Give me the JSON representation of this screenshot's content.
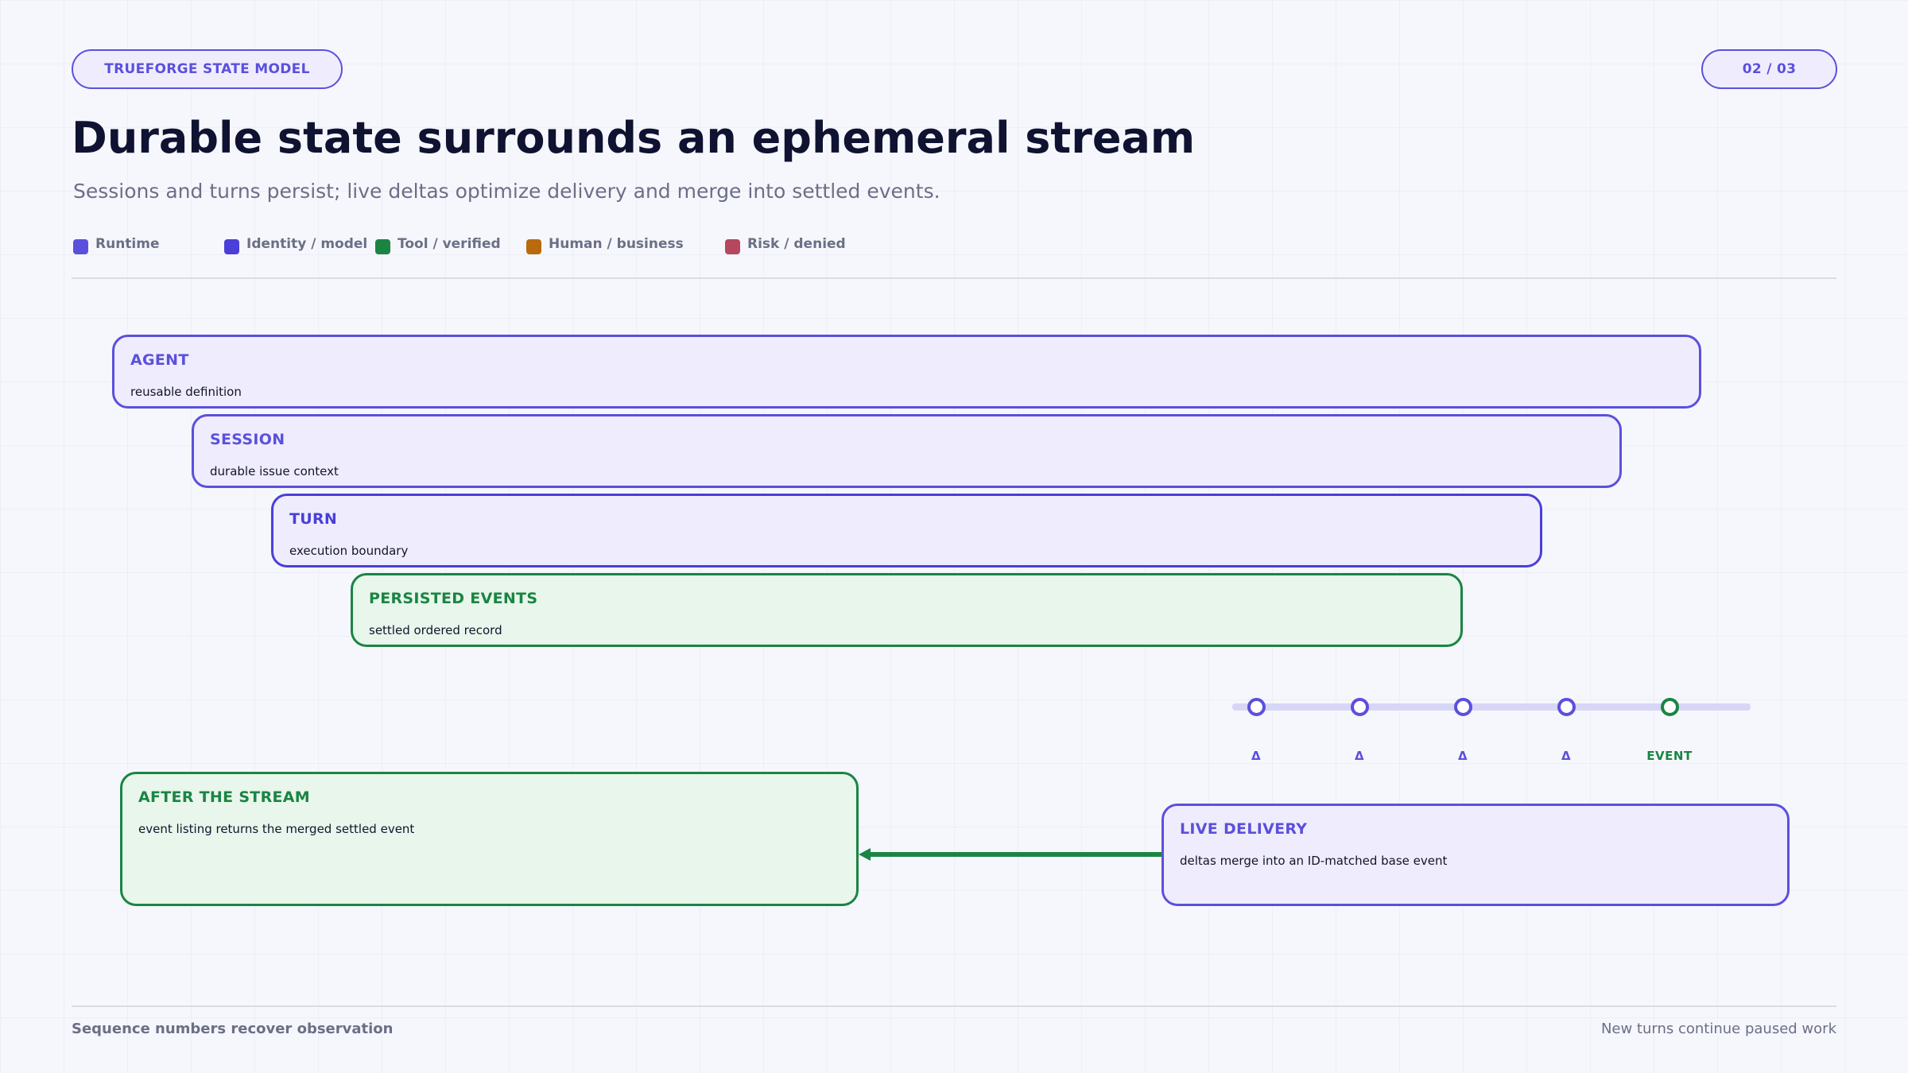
{
  "header": {
    "badge": "TRUEFORGE STATE MODEL",
    "page_indicator": "02 / 03",
    "title": "Durable state surrounds an ephemeral stream",
    "subtitle": "Sessions and turns persist; live deltas optimize delivery and merge into settled events."
  },
  "legend": [
    {
      "label": "Runtime",
      "color": "#5b50dc"
    },
    {
      "label": "Identity / model",
      "color": "#4a3fd9"
    },
    {
      "label": "Tool / verified",
      "color": "#1a8542"
    },
    {
      "label": "Human / business",
      "color": "#b96a0c"
    },
    {
      "label": "Risk / denied",
      "color": "#b5475f"
    }
  ],
  "layers": [
    {
      "title": "AGENT",
      "description": "reusable definition"
    },
    {
      "title": "SESSION",
      "description": "durable issue context"
    },
    {
      "title": "TURN",
      "description": "execution boundary"
    },
    {
      "title": "PERSISTED EVENTS",
      "description": "settled ordered record"
    }
  ],
  "stream": {
    "labels": [
      "Δ",
      "Δ",
      "Δ",
      "Δ",
      "EVENT"
    ]
  },
  "after_stream": {
    "title": "AFTER THE STREAM",
    "description": "event listing returns the merged settled event"
  },
  "live_delivery": {
    "title": "LIVE DELIVERY",
    "description": "deltas merge into an ID-matched base event"
  },
  "footer": {
    "left": "Sequence numbers recover observation",
    "right": "New turns continue paused work"
  },
  "colors": {
    "accent": "#5b50dc",
    "verified": "#1a8542",
    "text": "#0f1230",
    "muted": "#6b6f86"
  }
}
